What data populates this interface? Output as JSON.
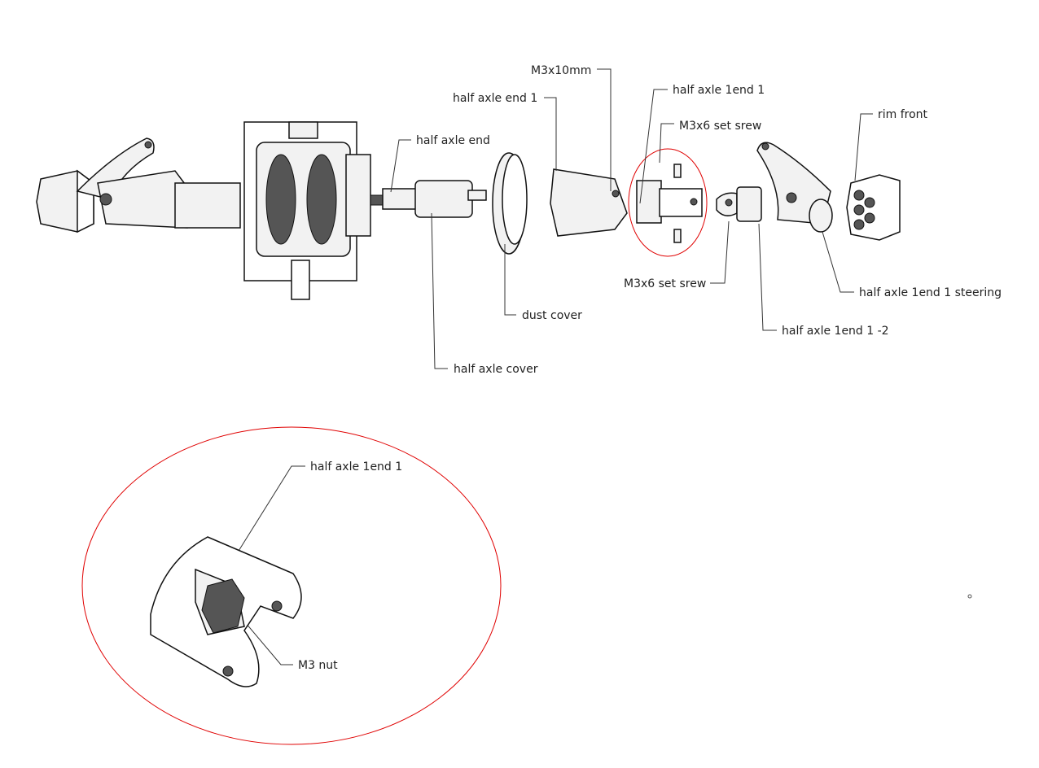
{
  "labels": {
    "m3x10mm": "M3x10mm",
    "half_axle_end_1": "half axle end 1",
    "half_axle_1end_1": "half axle 1end 1",
    "m3x6_set_srew_top": "M3x6 set srew",
    "rim_front": "rim front",
    "half_axle_end": "half axle end",
    "dust_cover": "dust cover",
    "half_axle_cover": "half axle cover",
    "m3x6_set_srew_bottom": "M3x6 set srew",
    "half_axle_1end_1_minus_2": "half axle 1end 1 -2",
    "half_axle_1end_1_steering": "half axle 1end 1 steering"
  },
  "detail": {
    "half_axle_1end_1": "half axle 1end 1",
    "m3_nut": "M3 nut"
  },
  "colors": {
    "highlight": "#e00000",
    "line": "#333333"
  }
}
